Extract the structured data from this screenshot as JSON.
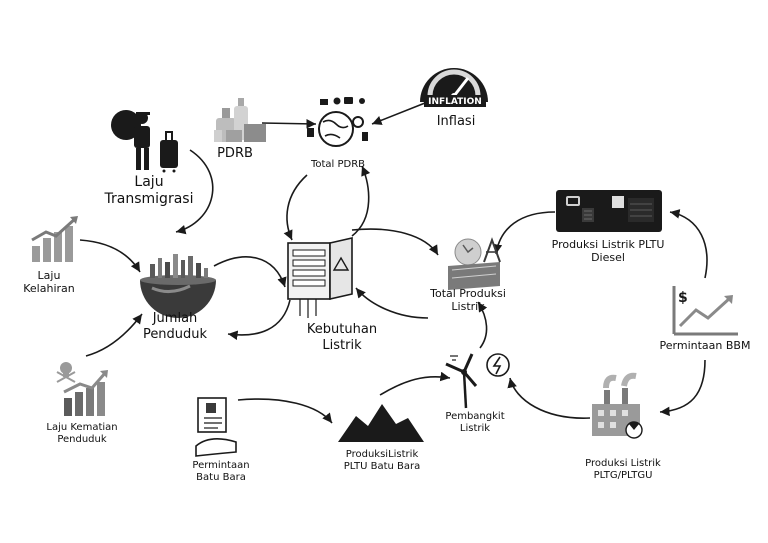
{
  "nodes": {
    "laju_transmigrasi": "Laju\nTransmigrasi",
    "pdrb": "PDRB",
    "total_pdrb": "Total PDRB",
    "inflasi": "Inflasi",
    "inflation_gauge": "INFLATION",
    "laju_kelahiran": "Laju\nKelahiran",
    "jumlah_penduduk": "Jumlah\nPenduduk",
    "kebutuhan_listrik": "Kebutuhan\nListrik",
    "total_produksi_listrik": "Total Produksi\nListrik",
    "produksi_pltu_diesel": "Produksi Listrik PLTU\nDiesel",
    "permintaan_bbm": "Permintaan BBM",
    "laju_kematian": "Laju Kematian\nPenduduk",
    "permintaan_batu_bara": "Permintaan\nBatu Bara",
    "produksi_pltu_batu_bara": "ProduksiListrik\nPLTU Batu Bara",
    "pembangkit_listrik": "Pembangkit\nListrik",
    "produksi_pltg": "Produksi Listrik\nPLTG/PLTGU"
  },
  "colors": {
    "ink": "#1a1a1a",
    "mid_gray": "#8a8a8a",
    "light_gray": "#c8c8c8",
    "dark_gray": "#3a3a3a"
  },
  "icons": {
    "transmigrasi": "migrant-with-luggage-icon",
    "pdrb": "bottles-and-boxes-icon",
    "total_pdrb": "economy-globe-icon",
    "inflasi": "inflation-gauge-icon",
    "kelahiran": "rising-bar-chart-icon",
    "penduduk": "populated-globe-icon",
    "kebutuhan": "electrical-panel-icon",
    "total_produksi": "power-transmission-icon",
    "diesel": "diesel-generator-icon",
    "bbm": "dollar-trend-chart-icon",
    "kematian": "skull-bar-chart-icon",
    "batu_bara_request": "hand-document-icon",
    "batu_bara": "coal-pile-icon",
    "pembangkit": "wind-turbine-icon",
    "pltg": "gas-power-plant-icon"
  }
}
